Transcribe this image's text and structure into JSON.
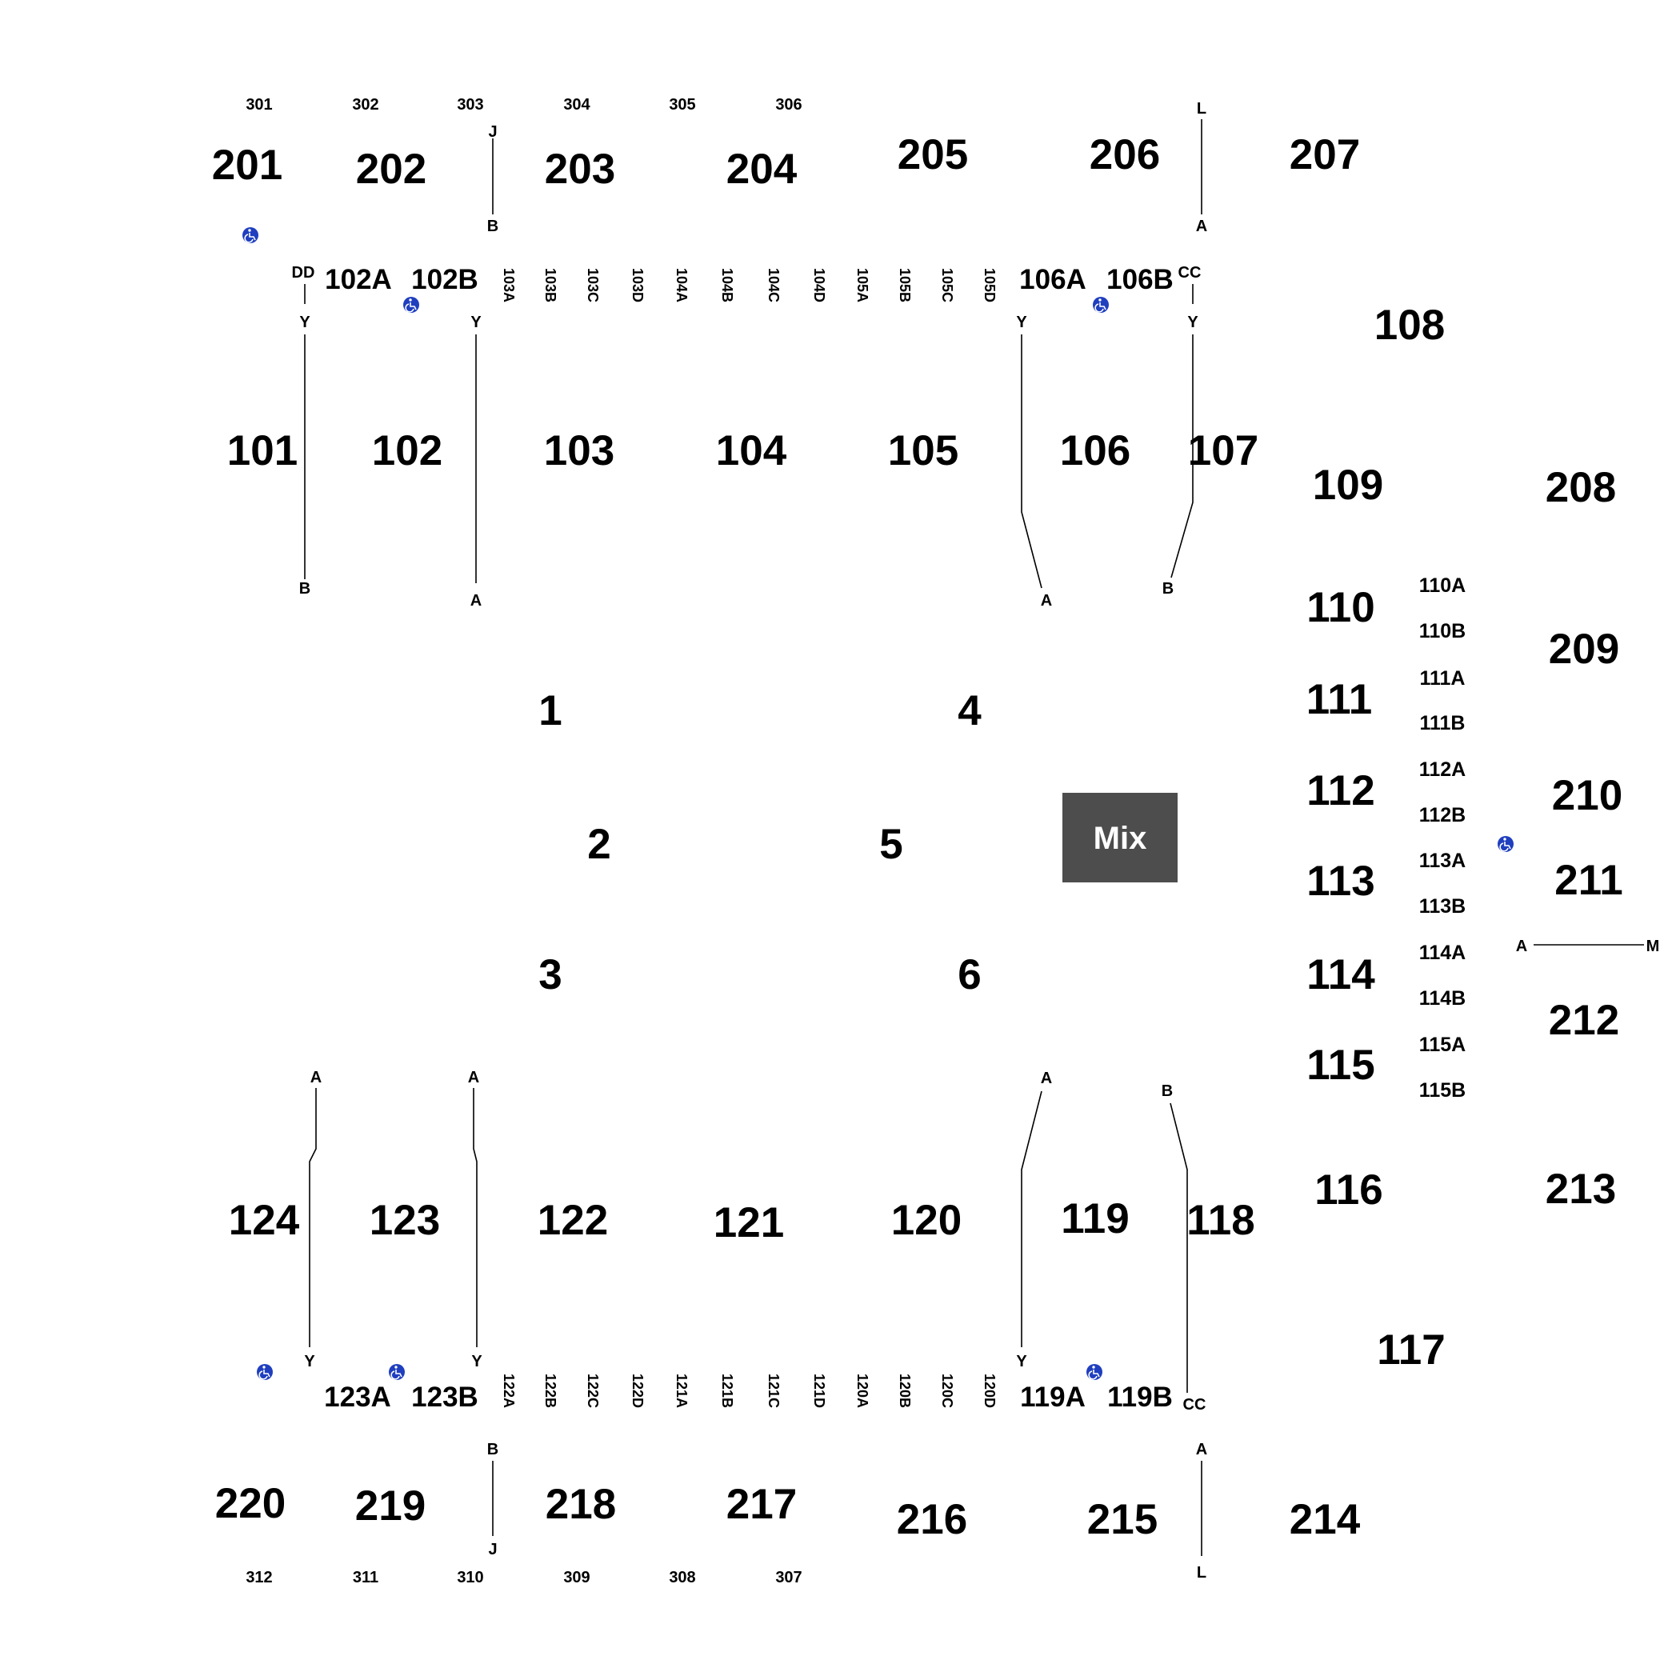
{
  "upper_sections_300": [
    "301",
    "302",
    "303",
    "304",
    "305",
    "306",
    "307",
    "308",
    "309",
    "310",
    "311",
    "312"
  ],
  "sections_200": [
    "201",
    "202",
    "203",
    "204",
    "205",
    "206",
    "207",
    "208",
    "209",
    "210",
    "211",
    "212",
    "213",
    "214",
    "215",
    "216",
    "217",
    "218",
    "219",
    "220"
  ],
  "sections_100": [
    "101",
    "102",
    "103",
    "104",
    "105",
    "106",
    "107",
    "108",
    "109",
    "110",
    "111",
    "112",
    "113",
    "114",
    "115",
    "116",
    "117",
    "118",
    "119",
    "120",
    "121",
    "122",
    "123",
    "124"
  ],
  "floor_sections": [
    "1",
    "2",
    "3",
    "4",
    "5",
    "6"
  ],
  "sub_sections_top": [
    "102A",
    "102B",
    "106A",
    "106B"
  ],
  "sub_sections_top_vertical": [
    "103A",
    "103B",
    "103C",
    "103D",
    "104A",
    "104B",
    "104C",
    "104D",
    "105A",
    "105B",
    "105C",
    "105D"
  ],
  "sub_sections_bottom": [
    "123A",
    "123B",
    "119A",
    "119B"
  ],
  "sub_sections_bottom_vertical": [
    "122A",
    "122B",
    "122C",
    "122D",
    "121A",
    "121B",
    "121C",
    "121D",
    "120A",
    "120B",
    "120C",
    "120D"
  ],
  "sub_sections_side": [
    "110A",
    "110B",
    "111A",
    "111B",
    "112A",
    "112B",
    "113A",
    "113B",
    "114A",
    "114B",
    "115A",
    "115B"
  ],
  "row_markers": {
    "r_j": "J",
    "r_b": "B",
    "r_l": "L",
    "r_a": "A",
    "r_dd": "DD",
    "r_cc": "CC",
    "r_y": "Y",
    "r_m": "M"
  },
  "mix": {
    "label": "Mix",
    "color": "#4d4d4d"
  },
  "colors": {
    "accessible": "#1f3fbf",
    "text": "#000000",
    "background": "#ffffff"
  },
  "icons": {
    "accessible": "wheelchair-icon"
  }
}
